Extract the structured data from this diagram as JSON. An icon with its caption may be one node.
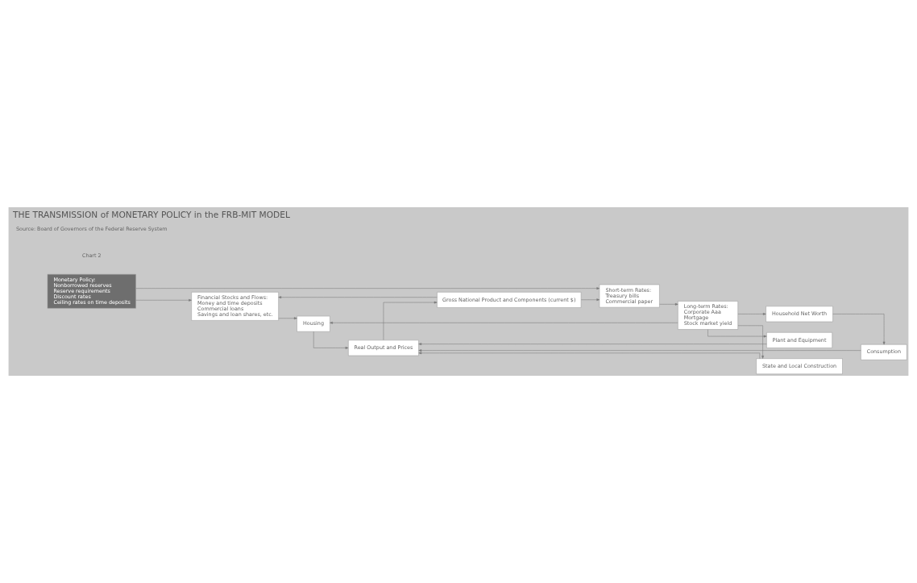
{
  "diagram": {
    "title": "THE TRANSMISSION of MONETARY POLICY in the FRB-MIT MODEL",
    "caption": "Source: Board of Governors of the Federal Reserve System",
    "nodes": [
      {
        "text": [
          "Monetary Policy:",
          "Nonborrowed reserves",
          "Reserve requirements",
          "Discount rates",
          "Ceiling rates on time deposits"
        ]
      },
      {
        "text": [
          "Financial Stocks and Flows:",
          "Money and time deposits",
          "Commercial loans",
          "Savings and loan shares, etc."
        ]
      },
      {
        "text": [
          "Short-term Rates:",
          "Treasury bills",
          "Commercial paper"
        ]
      },
      {
        "text": [
          "Long-term Rates:",
          "Corporate Aaa",
          "Mortgage",
          "Stock market yield"
        ]
      },
      {
        "text": [
          "Gross National Product and Components (current $)"
        ]
      },
      {
        "text": [
          "Real Output and Prices"
        ]
      },
      {
        "text": [
          "Housing"
        ]
      },
      {
        "text": [
          "Plant and Equipment"
        ]
      },
      {
        "text": [
          "State and Local Construction"
        ]
      },
      {
        "text": [
          "Household Net Worth"
        ]
      },
      {
        "text": [
          "Consumption"
        ]
      }
    ],
    "edges": [
      {
        "from": 0,
        "to": 1,
        "arrow": "to"
      },
      {
        "from": 0,
        "to": 2,
        "arrow": "to"
      },
      {
        "from": 2,
        "to": 3,
        "arrow": "to"
      },
      {
        "from": 4,
        "to": 1,
        "arrow": "to"
      },
      {
        "from": 4,
        "to": 2,
        "arrow": "to"
      },
      {
        "from": 1,
        "to": 6,
        "arrow": "to"
      },
      {
        "from": 3,
        "to": 6,
        "arrow": "to"
      },
      {
        "from": 3,
        "to": 7,
        "arrow": "to"
      },
      {
        "from": 3,
        "to": 8,
        "arrow": "to"
      },
      {
        "from": 3,
        "to": 9,
        "arrow": "to"
      },
      {
        "from": 9,
        "to": 10,
        "arrow": "to"
      },
      {
        "from": 6,
        "to": 5,
        "arrow": "to"
      },
      {
        "from": 7,
        "to": 5,
        "arrow": "to"
      },
      {
        "from": 8,
        "to": 5,
        "arrow": "to"
      },
      {
        "from": 10,
        "to": 5,
        "arrow": "to"
      },
      {
        "from": 5,
        "to": 4,
        "arrow": "to"
      }
    ],
    "labels": [
      "Chart 2"
    ]
  }
}
